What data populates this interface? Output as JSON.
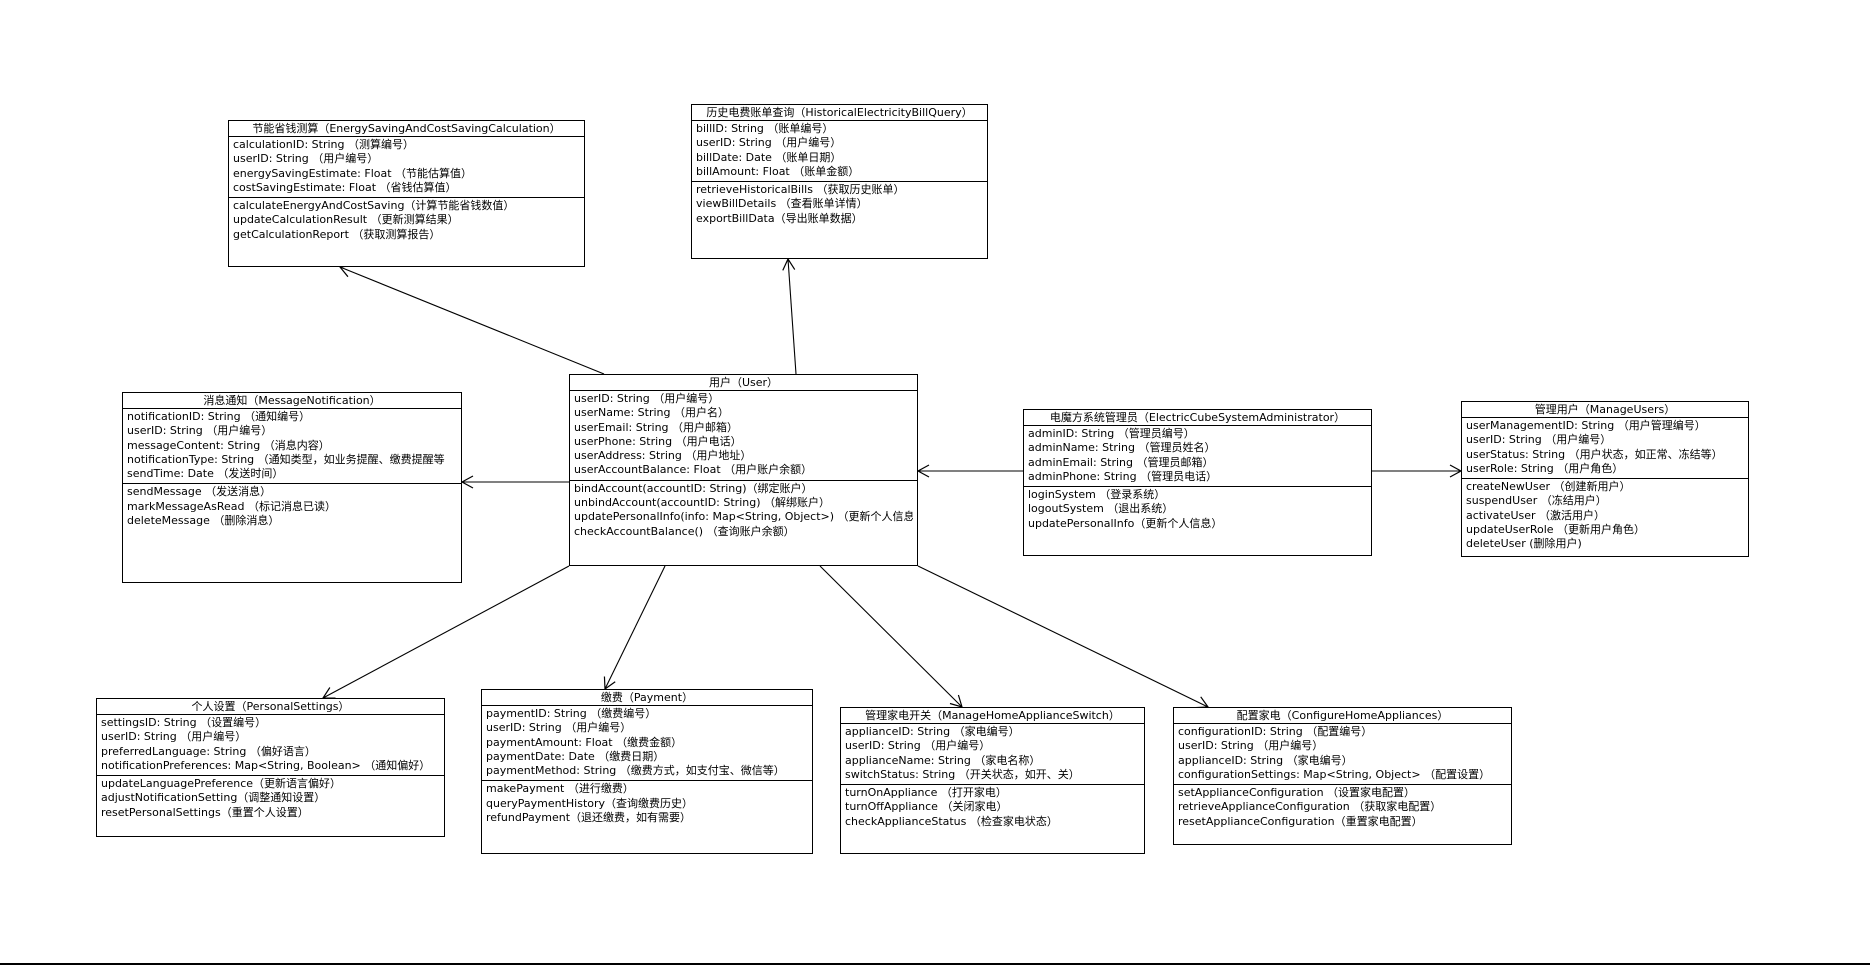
{
  "classes": {
    "energy": {
      "title": "节能省钱测算（EnergySavingAndCostSavingCalculation）",
      "attributes": [
        "calculationID: String （测算编号）",
        "userID: String （用户编号）",
        "energySavingEstimate: Float （节能估算值）",
        "costSavingEstimate: Float （省钱估算值）"
      ],
      "methods": [
        "calculateEnergyAndCostSaving（计算节能省钱数值）",
        "updateCalculationResult （更新测算结果）",
        "getCalculationReport （获取测算报告）"
      ]
    },
    "bill": {
      "title": "历史电费账单查询（HistoricalElectricityBillQuery）",
      "attributes": [
        "billID: String （账单编号）",
        "userID: String （用户编号）",
        "billDate: Date （账单日期）",
        "billAmount: Float （账单金额）"
      ],
      "methods": [
        "retrieveHistoricalBills （获取历史账单）",
        "viewBillDetails （查看账单详情）",
        "exportBillData（导出账单数据）"
      ]
    },
    "message": {
      "title": "消息通知（MessageNotification）",
      "attributes": [
        "notificationID: String （通知编号）",
        "userID: String （用户编号）",
        "messageContent: String （消息内容）",
        "notificationType: String （通知类型，如业务提醒、缴费提醒等",
        "sendTime: Date （发送时间）"
      ],
      "methods": [
        "sendMessage （发送消息）",
        "markMessageAsRead （标记消息已读）",
        "deleteMessage （删除消息）"
      ]
    },
    "user": {
      "title": "用户（User）",
      "attributes": [
        "userID: String （用户编号）",
        "userName: String （用户名）",
        "userEmail: String （用户邮箱）",
        "userPhone: String （用户电话）",
        "userAddress: String （用户地址）",
        "userAccountBalance: Float （用户账户余额）"
      ],
      "methods": [
        "bindAccount(accountID: String)（绑定账户）",
        "unbindAccount(accountID: String) （解绑账户）",
        "updatePersonalInfo(info: Map<String, Object>) （更新个人信息",
        "checkAccountBalance() （查询账户余额）"
      ]
    },
    "admin": {
      "title": "电魔方系统管理员（ElectricCubeSystemAdministrator）",
      "attributes": [
        "adminID: String （管理员编号）",
        "adminName: String （管理员姓名）",
        "adminEmail: String （管理员邮箱）",
        "adminPhone: String （管理员电话）"
      ],
      "methods": [
        "loginSystem （登录系统）",
        "logoutSystem （退出系统）",
        "updatePersonalInfo（更新个人信息）"
      ]
    },
    "manageUsers": {
      "title": "管理用户（ManageUsers）",
      "attributes": [
        "userManagementID: String （用户管理编号）",
        "userID: String （用户编号）",
        "userStatus: String （用户状态，如正常、冻结等）",
        "userRole: String （用户角色）"
      ],
      "methods": [
        "createNewUser （创建新用户）",
        "suspendUser （冻结用户）",
        "activateUser （激活用户）",
        "updateUserRole （更新用户角色）",
        "deleteUser (删除用户)"
      ]
    },
    "settings": {
      "title": "个人设置（PersonalSettings）",
      "attributes": [
        "settingsID: String （设置编号）",
        "userID: String （用户编号）",
        "preferredLanguage: String （偏好语言）",
        "notificationPreferences: Map<String, Boolean> （通知偏好）"
      ],
      "methods": [
        "updateLanguagePreference（更新语言偏好）",
        "adjustNotificationSetting（调整通知设置）",
        "resetPersonalSettings（重置个人设置）"
      ]
    },
    "payment": {
      "title": "缴费（Payment）",
      "attributes": [
        "paymentID: String （缴费编号）",
        "userID: String （用户编号）",
        "paymentAmount: Float （缴费金额）",
        "paymentDate: Date （缴费日期）",
        "paymentMethod: String （缴费方式，如支付宝、微信等）"
      ],
      "methods": [
        "makePayment （进行缴费）",
        "queryPaymentHistory（查询缴费历史）",
        "refundPayment（退还缴费，如有需要）"
      ]
    },
    "switch": {
      "title": "管理家电开关（ManageHomeApplianceSwitch）",
      "attributes": [
        "applianceID: String （家电编号）",
        "userID: String （用户编号）",
        "applianceName: String （家电名称）",
        "switchStatus: String （开关状态，如开、关）"
      ],
      "methods": [
        "turnOnAppliance （打开家电）",
        "turnOffAppliance （关闭家电）",
        "checkApplianceStatus （检查家电状态）"
      ]
    },
    "configure": {
      "title": "配置家电（ConfigureHomeAppliances）",
      "attributes": [
        "configurationID: String （配置编号）",
        "userID: String （用户编号）",
        "applianceID: String （家电编号）",
        "configurationSettings: Map<String, Object> （配置设置）"
      ],
      "methods": [
        "setApplianceConfiguration （设置家电配置）",
        "retrieveApplianceConfiguration （获取家电配置）",
        "resetApplianceConfiguration（重置家电配置）"
      ]
    }
  },
  "relationships": [
    {
      "from": "user",
      "to": "energy",
      "type": "association"
    },
    {
      "from": "user",
      "to": "bill",
      "type": "association"
    },
    {
      "from": "user",
      "to": "message",
      "type": "association"
    },
    {
      "from": "admin",
      "to": "user",
      "type": "association"
    },
    {
      "from": "admin",
      "to": "manageUsers",
      "type": "association"
    },
    {
      "from": "user",
      "to": "settings",
      "type": "association"
    },
    {
      "from": "user",
      "to": "payment",
      "type": "association"
    },
    {
      "from": "user",
      "to": "switch",
      "type": "association"
    },
    {
      "from": "user",
      "to": "configure",
      "type": "association"
    }
  ]
}
